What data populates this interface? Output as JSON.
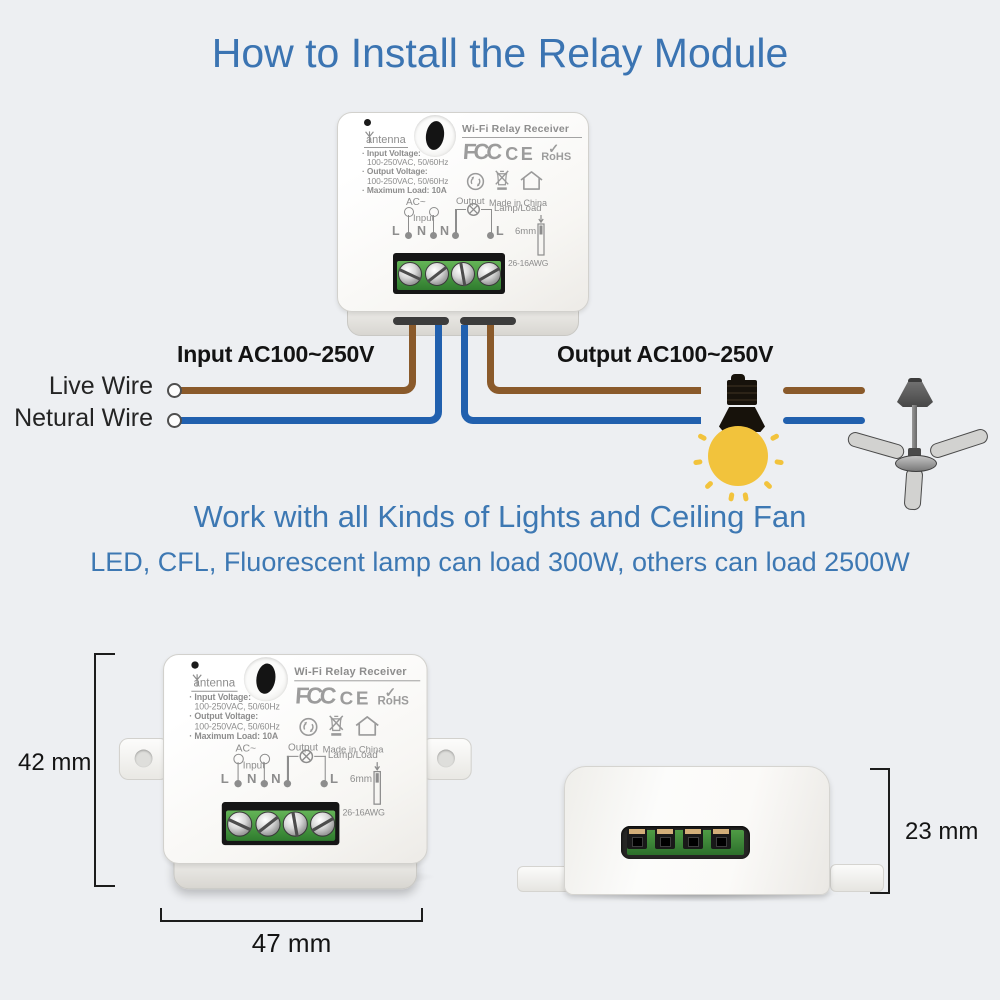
{
  "page": {
    "title": "How to Install the Relay Module",
    "work_heading": "Work with all Kinds of Lights and Ceiling Fan",
    "load_heading": "LED, CFL, Fluorescent lamp can load 300W, others can load 2500W"
  },
  "wiring": {
    "input_label": "Input AC100~250V",
    "output_label": "Output AC100~250V",
    "live_wire": "Live Wire",
    "neutral_wire": "Netural Wire"
  },
  "module": {
    "product_name": "Wi-Fi  Relay Receiver",
    "antenna": "antenna",
    "specs": [
      "· Input Voltage:",
      "100-250VAC, 50/60Hz",
      "· Output Voltage:",
      "100-250VAC, 50/60Hz",
      "· Maximum Load: 10A"
    ],
    "cert_fcc": "FCC",
    "cert_ce": "CE",
    "cert_rohs": "RoHS",
    "made_in": "Made in China",
    "ac": "AC~",
    "input": "Input",
    "output": "Output",
    "lamp_load": "Lamp/Load",
    "terminals_input": [
      "L",
      "N"
    ],
    "terminals_output": [
      "N",
      "L"
    ],
    "strip_len": "6mm",
    "awg": "26-16AWG"
  },
  "dimensions": {
    "height": "42 mm",
    "width": "47 mm",
    "depth": "23 mm"
  },
  "icons": {
    "rohs_check": "✓"
  },
  "colors": {
    "accent_blue_text": "#3b74b2",
    "live_wire_brown": "#8a5a2b",
    "neutral_wire_blue": "#2160ae",
    "bulb_yellow": "#f2c33c",
    "terminal_green": "#2f7c2e",
    "background": "#edeff2"
  }
}
